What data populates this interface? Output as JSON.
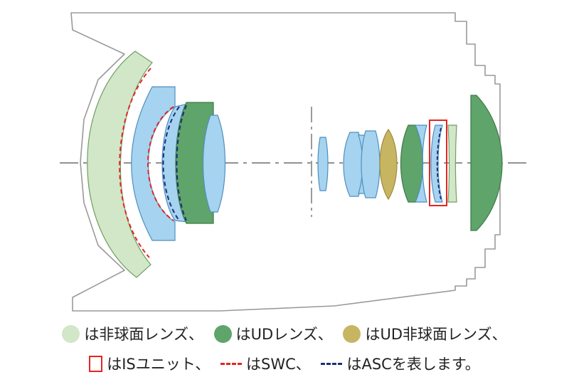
{
  "colors": {
    "aspherical": "#d2e6c8",
    "ud": "#5fa46a",
    "ud_aspherical": "#c8b562",
    "standard": "#a6d3ef",
    "is_unit": "#e32622",
    "swc": "#e32622",
    "asc": "#1b2f7a",
    "barrel": "#9a9a9a",
    "axis": "#6f6f6f"
  },
  "legend": {
    "row1": [
      {
        "swatch": "aspherical",
        "label": "は非球面レンズ、"
      },
      {
        "swatch": "ud",
        "label": "はUDレンズ、"
      },
      {
        "swatch": "ud_aspherical",
        "label": "はUD非球面レンズ、"
      }
    ],
    "row2": [
      {
        "swatch": "is_unit",
        "label": "はISユニット、"
      },
      {
        "swatch": "swc",
        "label": "はSWC、"
      },
      {
        "swatch": "asc",
        "label": "はASCを表します。"
      }
    ]
  }
}
